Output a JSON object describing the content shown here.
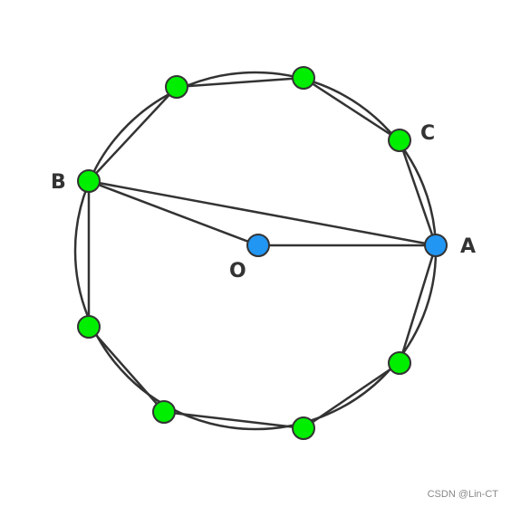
{
  "labels": {
    "A": "A",
    "B": "B",
    "C": "C",
    "O": "O"
  },
  "watermark": "CSDN @Lin-CT",
  "colors": {
    "stroke": "#333333",
    "circle_points": "#00ee00",
    "special_points": "#2196f3"
  }
}
